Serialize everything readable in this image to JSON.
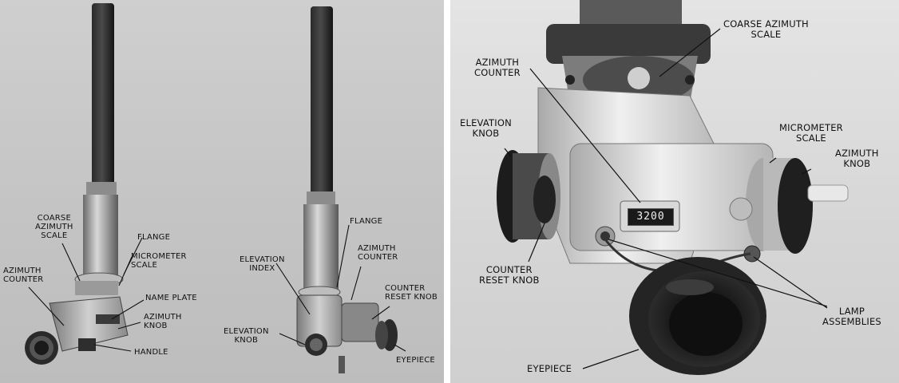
{
  "left_figure_labels": {
    "coarse_azimuth_scale": [
      "COARSE",
      "AZIMUTH",
      "SCALE"
    ],
    "flange": "FLANGE",
    "micrometer_scale": [
      "MICROMETER",
      "SCALE"
    ],
    "azimuth_counter": [
      "AZIMUTH",
      "COUNTER"
    ],
    "name_plate": "NAME PLATE",
    "azimuth_knob": [
      "AZIMUTH",
      "KNOB"
    ],
    "handle": "HANDLE"
  },
  "middle_figure_labels": {
    "flange": "FLANGE",
    "azimuth_counter": [
      "AZIMUTH",
      "COUNTER"
    ],
    "elevation_index": [
      "ELEVATION",
      "INDEX"
    ],
    "counter_reset_knob": [
      "COUNTER",
      "RESET KNOB"
    ],
    "elevation_knob": [
      "ELEVATION",
      "KNOB"
    ],
    "eyepiece": "EYEPIECE"
  },
  "right_figure_labels": {
    "coarse_azimuth_scale": [
      "COARSE AZIMUTH",
      "SCALE"
    ],
    "azimuth_counter": [
      "AZIMUTH",
      "COUNTER"
    ],
    "elevation_knob": [
      "ELEVATION",
      "KNOB"
    ],
    "micrometer_scale": [
      "MICROMETER",
      "SCALE"
    ],
    "azimuth_knob": [
      "AZIMUTH",
      "KNOB"
    ],
    "counter_reset_knob": [
      "COUNTER",
      "RESET KNOB"
    ],
    "lamp_assemblies": [
      "LAMP",
      "ASSEMBLIES"
    ],
    "eyepiece": "EYEPIECE"
  },
  "counter_reading": "3200",
  "colors": {
    "ink": "#111111",
    "metal_dark": "#1e1e1e",
    "metal_light": "#e2e2e2"
  }
}
